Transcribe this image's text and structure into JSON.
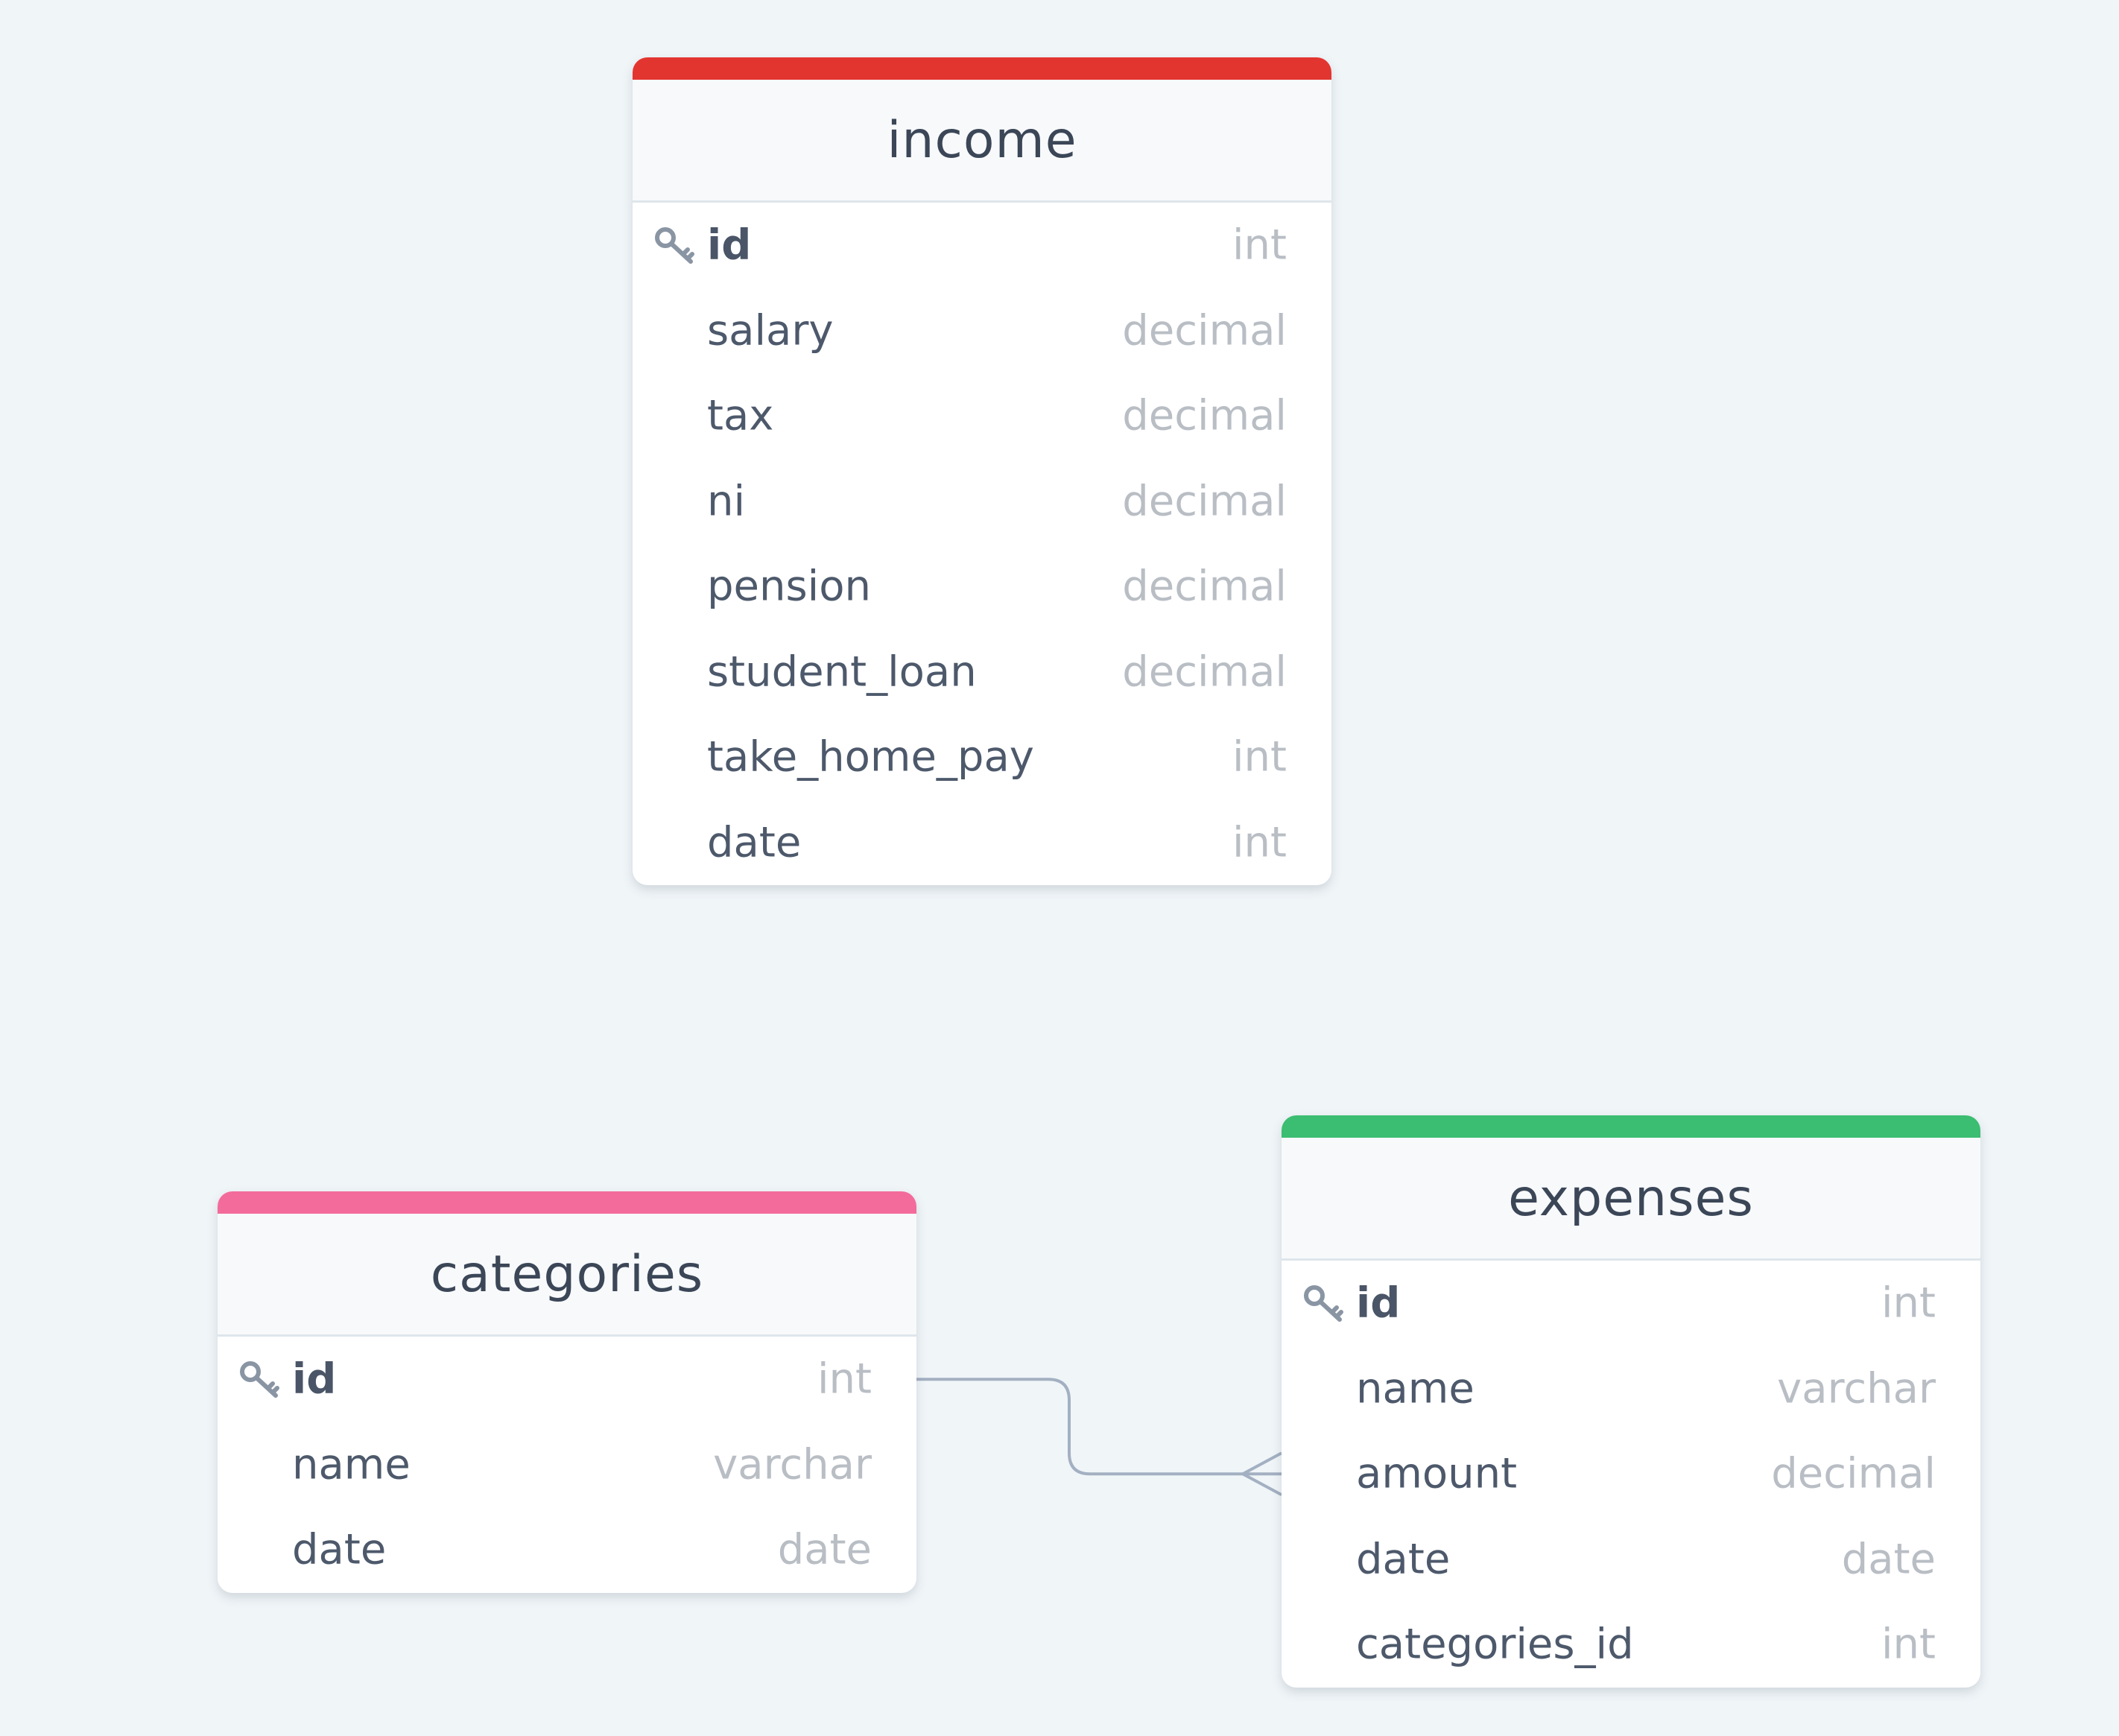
{
  "tables": [
    {
      "id": "income",
      "name": "income",
      "accent_color": "#e33530",
      "columns": [
        {
          "name": "id",
          "type": "int",
          "pk": true
        },
        {
          "name": "salary",
          "type": "decimal"
        },
        {
          "name": "tax",
          "type": "decimal"
        },
        {
          "name": "ni",
          "type": "decimal"
        },
        {
          "name": "pension",
          "type": "decimal"
        },
        {
          "name": "student_loan",
          "type": "decimal"
        },
        {
          "name": "take_home_pay",
          "type": "int"
        },
        {
          "name": "date",
          "type": "int"
        }
      ]
    },
    {
      "id": "categories",
      "name": "categories",
      "accent_color": "#f36b9a",
      "columns": [
        {
          "name": "id",
          "type": "int",
          "pk": true
        },
        {
          "name": "name",
          "type": "varchar"
        },
        {
          "name": "date",
          "type": "date"
        }
      ]
    },
    {
      "id": "expenses",
      "name": "expenses",
      "accent_color": "#3bbd72",
      "columns": [
        {
          "name": "id",
          "type": "int",
          "pk": true
        },
        {
          "name": "name",
          "type": "varchar"
        },
        {
          "name": "amount",
          "type": "decimal"
        },
        {
          "name": "date",
          "type": "date"
        },
        {
          "name": "categories_id",
          "type": "int"
        }
      ]
    }
  ],
  "relationships": [
    {
      "from_table": "categories",
      "from_column": "id",
      "to_table": "expenses",
      "to_column": "amount",
      "cardinality": "one-to-many"
    }
  ],
  "colors": {
    "background": "#f0f5f8",
    "connector": "#a3b0c2",
    "key_icon": "#8a95a4"
  },
  "icons": {
    "primary_key": "key-icon"
  }
}
